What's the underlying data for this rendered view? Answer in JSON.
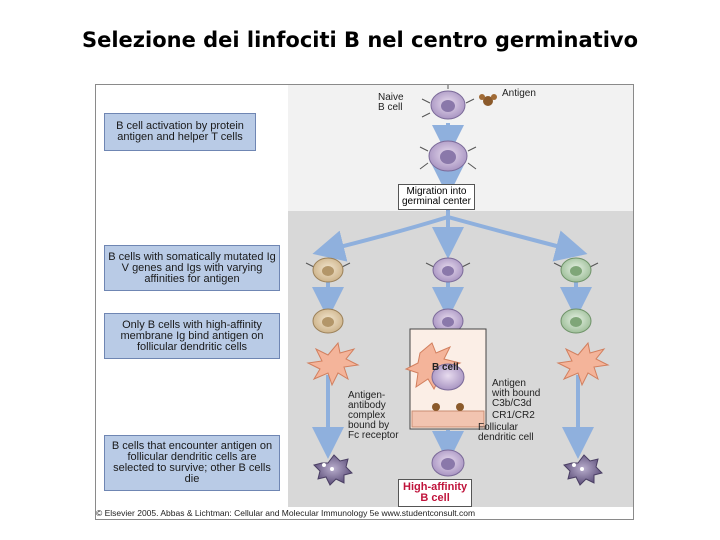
{
  "slide": {
    "title": "Selezione dei linfociti B nel centro germinativo"
  },
  "figure": {
    "steps": [
      "B cell activation by protein antigen and helper T cells",
      "B cells with somatically mutated Ig V genes and Igs with varying affinities for antigen",
      "Only B cells with high-affinity membrane Ig bind antigen on follicular dendritic cells",
      "B cells that encounter antigen on follicular dendritic cells are selected to survive; other B cells die"
    ],
    "labels": {
      "naive": "Naive\nB cell",
      "antigen": "Antigen",
      "migration": "Migration into\ngerminal center",
      "bcell": "B cell",
      "complex": "Antigen-\nantibody\ncomplex\nbound by\nFc receptor",
      "bound": "Antigen\nwith bound\nC3b/C3d",
      "receptor": "CR1/CR2",
      "fdc": "Follicular\ndendritic cell",
      "result": "High-affinity\nB cell"
    },
    "credit": "© Elsevier 2005. Abbas & Lichtman: Cellular and Molecular Immunology 5e www.studentconsult.com",
    "colors": {
      "step_box": "#b9cbe6",
      "arrow": "#8fb0dd",
      "germinal_center": "#d8d8d8",
      "dendritic_cell": "#f4b49a",
      "result_text": "#c0143c"
    }
  }
}
